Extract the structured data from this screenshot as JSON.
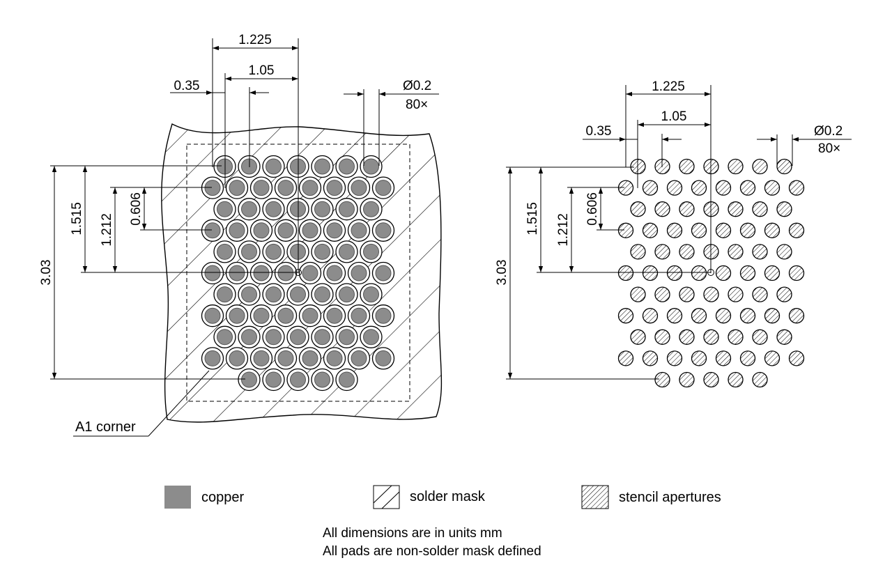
{
  "left_view": {
    "dim_pitch_x_total": "1.225",
    "dim_pitch_x_half": "1.05",
    "dim_offset": "0.35",
    "dim_pad_diameter": "Ø0.2",
    "dim_pad_count": "80×",
    "dim_height_total": "3.03",
    "dim_height_half": "1.515",
    "dim_row_1212": "1.212",
    "dim_row_0606": "0.606",
    "corner_label": "A1 corner"
  },
  "right_view": {
    "dim_pitch_x_total": "1.225",
    "dim_pitch_x_half": "1.05",
    "dim_offset": "0.35",
    "dim_pad_diameter": "Ø0.2",
    "dim_pad_count": "80×",
    "dim_height_total": "3.03",
    "dim_height_half": "1.515",
    "dim_row_1212": "1.212",
    "dim_row_0606": "0.606"
  },
  "legend": {
    "copper": "copper",
    "solder_mask": "solder mask",
    "stencil": "stencil apertures"
  },
  "notes": {
    "line1": "All dimensions are in units mm",
    "line2": "All pads are non-solder mask defined"
  },
  "colors": {
    "copper": "#8c8c8c",
    "line": "#000000",
    "background": "#ffffff"
  }
}
